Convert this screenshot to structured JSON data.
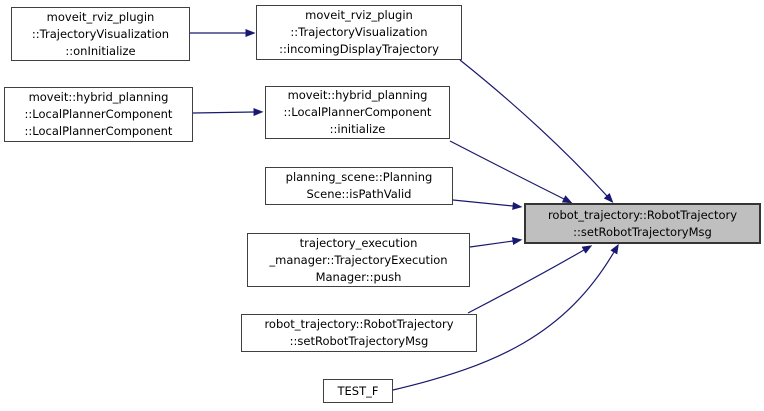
{
  "diagram": {
    "kind": "call-graph",
    "edge_color": "#191970",
    "node_fill": "#ffffff",
    "node_border_color": "#404040",
    "focused_node_fill": "#bfbfbf",
    "nodes": [
      {
        "id": "onInitialize",
        "label": "moveit_rviz_plugin\n::TrajectoryVisualization\n::onInitialize"
      },
      {
        "id": "localPlannerComponentCtor",
        "label": "moveit::hybrid_planning\n::LocalPlannerComponent\n::LocalPlannerComponent"
      },
      {
        "id": "incomingDisplayTrajectory",
        "label": "moveit_rviz_plugin\n::TrajectoryVisualization\n::incomingDisplayTrajectory"
      },
      {
        "id": "localPlannerInitialize",
        "label": "moveit::hybrid_planning\n::LocalPlannerComponent\n::initialize"
      },
      {
        "id": "isPathValid",
        "label": "planning_scene::Planning\nScene::isPathValid"
      },
      {
        "id": "trajectoryExecutionPush",
        "label": "trajectory_execution\n_manager::TrajectoryExecution\nManager::push"
      },
      {
        "id": "setRobotTrajectoryMsgCaller",
        "label": "robot_trajectory::RobotTrajectory\n::setRobotTrajectoryMsg"
      },
      {
        "id": "testF",
        "label": "TEST_F"
      },
      {
        "id": "setRobotTrajectoryMsg",
        "label": "robot_trajectory::RobotTrajectory\n::setRobotTrajectoryMsg"
      }
    ],
    "edges": [
      {
        "from": "onInitialize",
        "to": "incomingDisplayTrajectory"
      },
      {
        "from": "localPlannerComponentCtor",
        "to": "localPlannerInitialize"
      },
      {
        "from": "incomingDisplayTrajectory",
        "to": "setRobotTrajectoryMsg"
      },
      {
        "from": "localPlannerInitialize",
        "to": "setRobotTrajectoryMsg"
      },
      {
        "from": "isPathValid",
        "to": "setRobotTrajectoryMsg"
      },
      {
        "from": "trajectoryExecutionPush",
        "to": "setRobotTrajectoryMsg"
      },
      {
        "from": "setRobotTrajectoryMsgCaller",
        "to": "setRobotTrajectoryMsg"
      },
      {
        "from": "testF",
        "to": "setRobotTrajectoryMsg"
      }
    ]
  }
}
